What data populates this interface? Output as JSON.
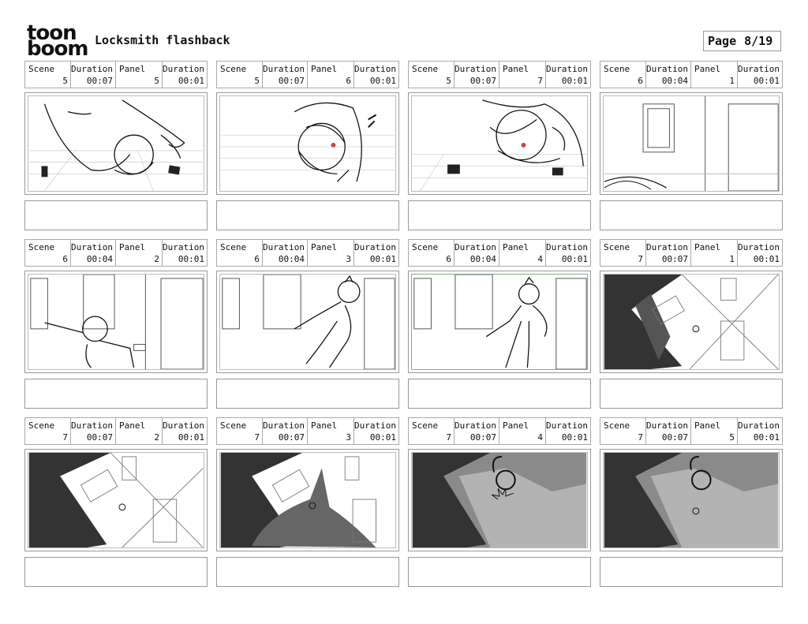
{
  "header": {
    "logo_top": "toon",
    "logo_bottom": "boom",
    "title": "Locksmith flashback",
    "page_label": "Page",
    "page_number": "8/19"
  },
  "labels": {
    "scene": "Scene",
    "duration": "Duration",
    "panel": "Panel"
  },
  "panels": [
    {
      "scene": "5",
      "scene_duration": "00:07",
      "panel": "5",
      "panel_duration": "00:01"
    },
    {
      "scene": "5",
      "scene_duration": "00:07",
      "panel": "6",
      "panel_duration": "00:01"
    },
    {
      "scene": "5",
      "scene_duration": "00:07",
      "panel": "7",
      "panel_duration": "00:01"
    },
    {
      "scene": "6",
      "scene_duration": "00:04",
      "panel": "1",
      "panel_duration": "00:01"
    },
    {
      "scene": "6",
      "scene_duration": "00:04",
      "panel": "2",
      "panel_duration": "00:01"
    },
    {
      "scene": "6",
      "scene_duration": "00:04",
      "panel": "3",
      "panel_duration": "00:01"
    },
    {
      "scene": "6",
      "scene_duration": "00:04",
      "panel": "4",
      "panel_duration": "00:01"
    },
    {
      "scene": "7",
      "scene_duration": "00:07",
      "panel": "1",
      "panel_duration": "00:01"
    },
    {
      "scene": "7",
      "scene_duration": "00:07",
      "panel": "2",
      "panel_duration": "00:01"
    },
    {
      "scene": "7",
      "scene_duration": "00:07",
      "panel": "3",
      "panel_duration": "00:01"
    },
    {
      "scene": "7",
      "scene_duration": "00:07",
      "panel": "4",
      "panel_duration": "00:01"
    },
    {
      "scene": "7",
      "scene_duration": "00:07",
      "panel": "5",
      "panel_duration": "00:01"
    }
  ]
}
